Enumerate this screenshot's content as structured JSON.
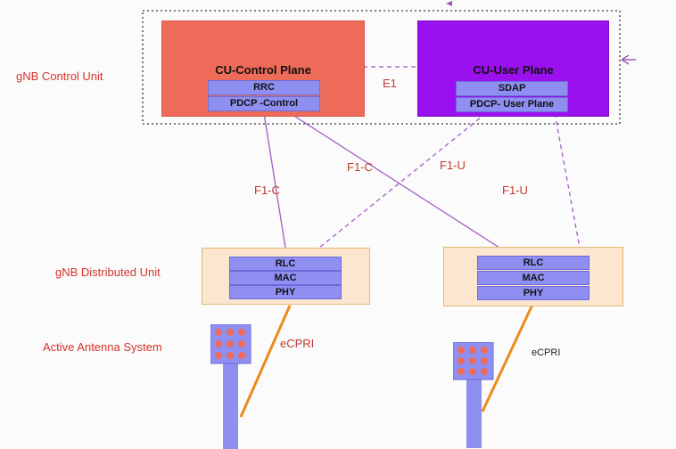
{
  "left_labels": {
    "control_unit": "gNB Control Unit",
    "distributed_unit": "gNB Distributed Unit",
    "antenna_system": "Active Antenna System"
  },
  "cu_control": {
    "title": "CU-Control Plane",
    "layers": [
      "RRC",
      "PDCP -Control"
    ]
  },
  "cu_user": {
    "title": "CU-User Plane",
    "layers": [
      "SDAP",
      "PDCP- User Plane"
    ]
  },
  "du_left": {
    "layers": [
      "RLC",
      "MAC",
      "PHY"
    ]
  },
  "du_right": {
    "layers": [
      "RLC",
      "MAC",
      "PHY"
    ]
  },
  "links": {
    "e1": "E1",
    "f1c_left": "F1-C",
    "f1c_cross": "F1-C",
    "f1u_cross": "F1-U",
    "f1u_right": "F1-U",
    "ecpri_left": "eCPRI",
    "ecpri_right": "eCPRI"
  },
  "colors": {
    "cu_control": "#ee6b59",
    "cu_user": "#9b10ee",
    "layer": "#8f8ff2",
    "du_fill": "#fde6cf",
    "link": "#9b59b6",
    "ecpri": "#ee8a1c",
    "label_red": "#d6332b"
  }
}
